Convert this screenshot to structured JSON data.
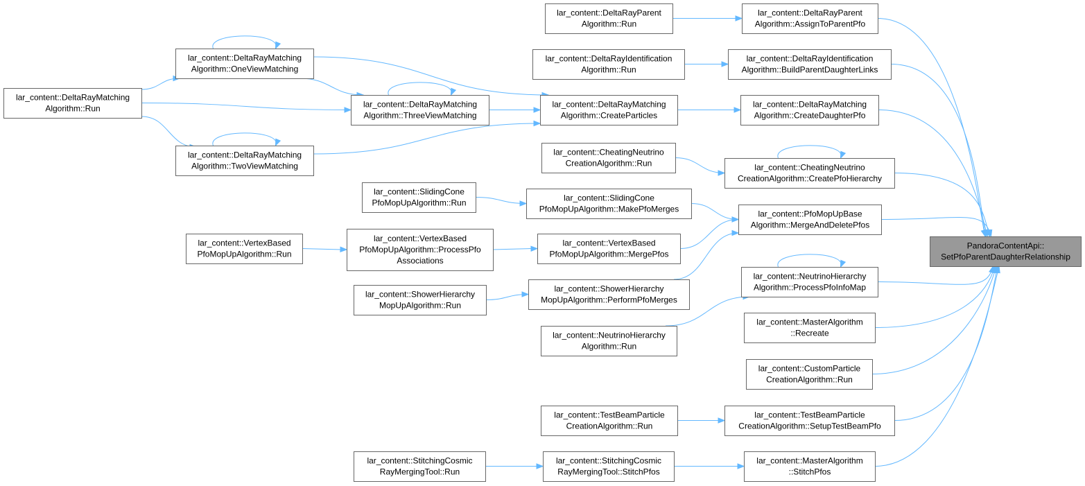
{
  "diagram": {
    "type": "call-graph",
    "colors": {
      "edge": "#63b8ff",
      "node_border": "#666666",
      "target_fill": "#999999",
      "node_fill": "#ffffff"
    },
    "nodes": [
      {
        "id": "target",
        "lines": [
          "PandoraContentApi::",
          "SetPfoParentDaughterRelationship"
        ]
      },
      {
        "id": "drpa_assign",
        "lines": [
          "lar_content::DeltaRayParent",
          "Algorithm::AssignToParentPfo"
        ]
      },
      {
        "id": "drpa_run",
        "lines": [
          "lar_content::DeltaRayParent",
          "Algorithm::Run"
        ]
      },
      {
        "id": "dri_build",
        "lines": [
          "lar_content::DeltaRayIdentification",
          "Algorithm::BuildParentDaughterLinks"
        ]
      },
      {
        "id": "dri_run",
        "lines": [
          "lar_content::DeltaRayIdentification",
          "Algorithm::Run"
        ]
      },
      {
        "id": "drm_createdaughter",
        "lines": [
          "lar_content::DeltaRayMatching",
          "Algorithm::CreateDaughterPfo"
        ]
      },
      {
        "id": "drm_createparticles",
        "lines": [
          "lar_content::DeltaRayMatching",
          "Algorithm::CreateParticles"
        ]
      },
      {
        "id": "drm_oneview",
        "lines": [
          "lar_content::DeltaRayMatching",
          "Algorithm::OneViewMatching"
        ]
      },
      {
        "id": "drm_threeview",
        "lines": [
          "lar_content::DeltaRayMatching",
          "Algorithm::ThreeViewMatching"
        ]
      },
      {
        "id": "drm_twoview",
        "lines": [
          "lar_content::DeltaRayMatching",
          "Algorithm::TwoViewMatching"
        ]
      },
      {
        "id": "drm_run",
        "lines": [
          "lar_content::DeltaRayMatching",
          "Algorithm::Run"
        ]
      },
      {
        "id": "cn_create",
        "lines": [
          "lar_content::CheatingNeutrino",
          "CreationAlgorithm::CreatePfoHierarchy"
        ]
      },
      {
        "id": "cn_run",
        "lines": [
          "lar_content::CheatingNeutrino",
          "CreationAlgorithm::Run"
        ]
      },
      {
        "id": "pmub_merge",
        "lines": [
          "lar_content::PfoMopUpBase",
          "Algorithm::MergeAndDeletePfos"
        ]
      },
      {
        "id": "sc_make",
        "lines": [
          "lar_content::SlidingCone",
          "PfoMopUpAlgorithm::MakePfoMerges"
        ]
      },
      {
        "id": "sc_run",
        "lines": [
          "lar_content::SlidingCone",
          "PfoMopUpAlgorithm::Run"
        ]
      },
      {
        "id": "vb_merge",
        "lines": [
          "lar_content::VertexBased",
          "PfoMopUpAlgorithm::MergePfos"
        ]
      },
      {
        "id": "vb_process",
        "lines": [
          "lar_content::VertexBased",
          "PfoMopUpAlgorithm::ProcessPfo",
          "Associations"
        ]
      },
      {
        "id": "vb_run",
        "lines": [
          "lar_content::VertexBased",
          "PfoMopUpAlgorithm::Run"
        ]
      },
      {
        "id": "sh_perform",
        "lines": [
          "lar_content::ShowerHierarchy",
          "MopUpAlgorithm::PerformPfoMerges"
        ]
      },
      {
        "id": "sh_run",
        "lines": [
          "lar_content::ShowerHierarchy",
          "MopUpAlgorithm::Run"
        ]
      },
      {
        "id": "nh_process",
        "lines": [
          "lar_content::NeutrinoHierarchy",
          "Algorithm::ProcessPfoInfoMap"
        ]
      },
      {
        "id": "nh_run",
        "lines": [
          "lar_content::NeutrinoHierarchy",
          "Algorithm::Run"
        ]
      },
      {
        "id": "ma_recreate",
        "lines": [
          "lar_content::MasterAlgorithm",
          "::Recreate"
        ]
      },
      {
        "id": "cp_run",
        "lines": [
          "lar_content::CustomParticle",
          "CreationAlgorithm::Run"
        ]
      },
      {
        "id": "tb_setup",
        "lines": [
          "lar_content::TestBeamParticle",
          "CreationAlgorithm::SetupTestBeamPfo"
        ]
      },
      {
        "id": "tb_run",
        "lines": [
          "lar_content::TestBeamParticle",
          "CreationAlgorithm::Run"
        ]
      },
      {
        "id": "ma_stitch",
        "lines": [
          "lar_content::MasterAlgorithm",
          "::StitchPfos"
        ]
      },
      {
        "id": "scr_stitch",
        "lines": [
          "lar_content::StitchingCosmic",
          "RayMergingTool::StitchPfos"
        ]
      },
      {
        "id": "scr_run",
        "lines": [
          "lar_content::StitchingCosmic",
          "RayMergingTool::Run"
        ]
      }
    ],
    "edges": [
      [
        "drpa_assign",
        "target"
      ],
      [
        "drpa_run",
        "drpa_assign"
      ],
      [
        "dri_build",
        "target"
      ],
      [
        "dri_run",
        "dri_build"
      ],
      [
        "drm_createdaughter",
        "target"
      ],
      [
        "drm_createparticles",
        "drm_createdaughter"
      ],
      [
        "drm_oneview",
        "drm_createparticles"
      ],
      [
        "drm_threeview",
        "drm_createparticles"
      ],
      [
        "drm_twoview",
        "drm_createparticles"
      ],
      [
        "drm_oneview",
        "drm_oneview"
      ],
      [
        "drm_threeview",
        "drm_threeview"
      ],
      [
        "drm_twoview",
        "drm_twoview"
      ],
      [
        "drm_run",
        "drm_oneview"
      ],
      [
        "drm_run",
        "drm_threeview"
      ],
      [
        "drm_run",
        "drm_twoview"
      ],
      [
        "drm_oneview",
        "drm_threeview"
      ],
      [
        "cn_create",
        "target"
      ],
      [
        "cn_create",
        "cn_create"
      ],
      [
        "cn_run",
        "cn_create"
      ],
      [
        "pmub_merge",
        "target"
      ],
      [
        "sc_make",
        "pmub_merge"
      ],
      [
        "sc_run",
        "sc_make"
      ],
      [
        "vb_merge",
        "pmub_merge"
      ],
      [
        "vb_process",
        "vb_merge"
      ],
      [
        "vb_run",
        "vb_process"
      ],
      [
        "sh_perform",
        "pmub_merge"
      ],
      [
        "sh_run",
        "sh_perform"
      ],
      [
        "nh_process",
        "target"
      ],
      [
        "nh_process",
        "nh_process"
      ],
      [
        "nh_run",
        "nh_process"
      ],
      [
        "ma_recreate",
        "target"
      ],
      [
        "cp_run",
        "target"
      ],
      [
        "tb_setup",
        "target"
      ],
      [
        "tb_run",
        "tb_setup"
      ],
      [
        "ma_stitch",
        "target"
      ],
      [
        "scr_stitch",
        "ma_stitch"
      ],
      [
        "scr_run",
        "scr_stitch"
      ]
    ]
  }
}
